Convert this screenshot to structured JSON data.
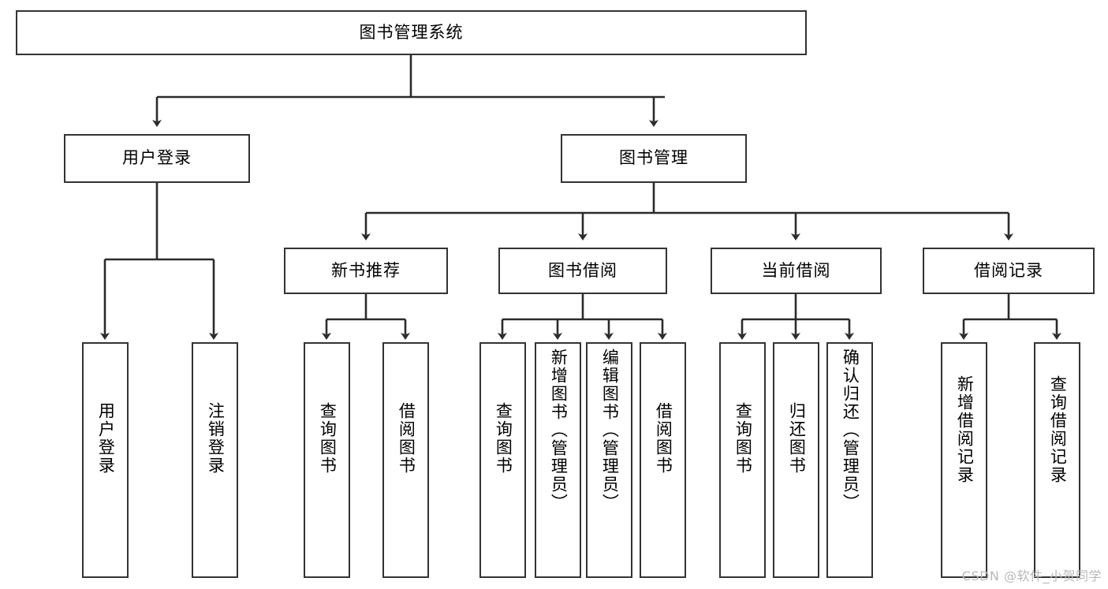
{
  "diagram": {
    "title": "图书管理系统",
    "watermark": "CSDN @软件_小贺同学",
    "accent_color": "#333333",
    "background_color": "#ffffff",
    "text_color": "#000000",
    "levels": {
      "root": {
        "label": "图书管理系统"
      },
      "level2": [
        {
          "id": "user-login",
          "label": "用户登录"
        },
        {
          "id": "book-manage",
          "label": "图书管理"
        }
      ],
      "level3": [
        {
          "id": "new-book-recommend",
          "label": "新书推荐"
        },
        {
          "id": "book-borrow",
          "label": "图书借阅"
        },
        {
          "id": "current-borrow",
          "label": "当前借阅"
        },
        {
          "id": "borrow-record",
          "label": "借阅记录"
        }
      ],
      "leaves": [
        {
          "id": "leaf-user-login",
          "label": "用户登录",
          "parent": "user-login"
        },
        {
          "id": "leaf-logout-login",
          "label": "注销登录",
          "parent": "user-login"
        },
        {
          "id": "leaf-query-book-1",
          "label": "查询图书",
          "parent": "new-book-recommend"
        },
        {
          "id": "leaf-borrow-book-1",
          "label": "借阅图书",
          "parent": "new-book-recommend"
        },
        {
          "id": "leaf-query-book-2",
          "label": "查询图书",
          "parent": "book-borrow"
        },
        {
          "id": "leaf-add-book",
          "label": "新增图书（管理员）",
          "parent": "book-borrow"
        },
        {
          "id": "leaf-edit-book",
          "label": "编辑图书（管理员）",
          "parent": "book-borrow"
        },
        {
          "id": "leaf-borrow-book-2",
          "label": "借阅图书",
          "parent": "book-borrow"
        },
        {
          "id": "leaf-query-book-3",
          "label": "查询图书",
          "parent": "current-borrow"
        },
        {
          "id": "leaf-return-book",
          "label": "归还图书",
          "parent": "current-borrow"
        },
        {
          "id": "leaf-confirm-return",
          "label": "确认归还（管理员）",
          "parent": "current-borrow"
        },
        {
          "id": "leaf-add-record",
          "label": "新增借阅记录",
          "parent": "borrow-record"
        },
        {
          "id": "leaf-query-record",
          "label": "查询借阅记录",
          "parent": "borrow-record"
        }
      ]
    }
  }
}
